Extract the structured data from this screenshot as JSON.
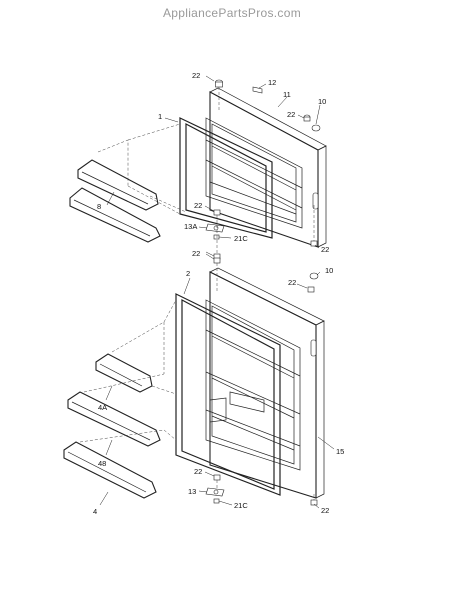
{
  "watermark": "AppliancePartsPros.com",
  "labels": {
    "top_22_a": "22",
    "top_12": "12",
    "top_11": "11",
    "top_10": "10",
    "top_22_b": "22",
    "top_1": "1",
    "top_8": "8",
    "top_22_c": "22",
    "top_13a": "13A",
    "top_21c": "21C",
    "top_22_d": "22",
    "bot_22_a": "22",
    "bot_10": "10",
    "bot_22_b": "22",
    "bot_2": "2",
    "bot_4a": "4A",
    "bot_48": "48",
    "bot_4": "4",
    "bot_15": "15",
    "bot_22_c": "22",
    "bot_13": "13",
    "bot_21c": "21C",
    "bot_22_d": "22"
  }
}
